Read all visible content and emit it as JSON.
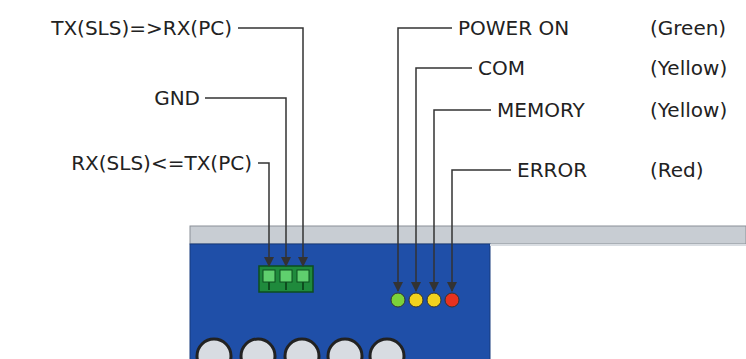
{
  "diagram": {
    "labels": [
      "TX(SLS)=>RX(PC)",
      "GND",
      "RX(SLS)<=TX(PC)",
      "POWER ON",
      "(Green)",
      "COM",
      "(Yellow)",
      "MEMORY",
      "(Yellow)",
      "ERROR",
      "(Red)"
    ]
  }
}
